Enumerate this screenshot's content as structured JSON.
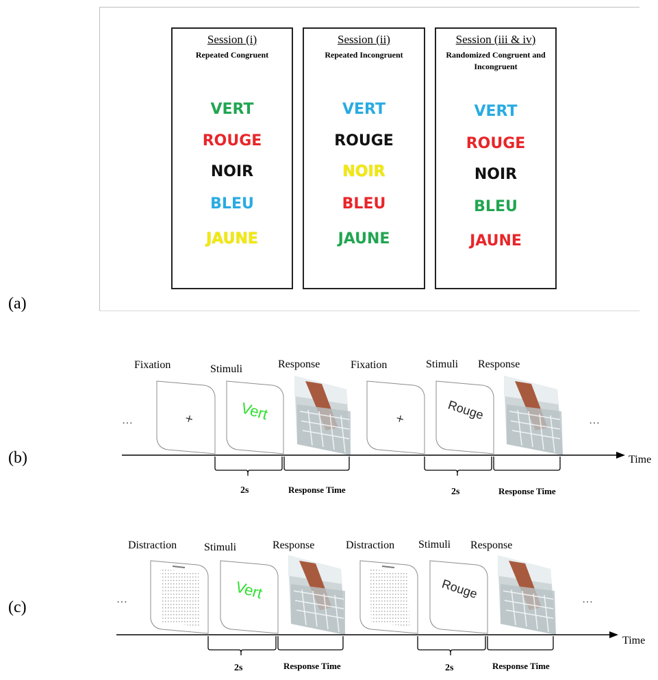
{
  "panel_a": {
    "letter": "(a)",
    "sessions": [
      {
        "title": "Session (i)",
        "subtitle": "Repeated Congruent",
        "words": [
          {
            "text": "VERT",
            "color": "#21a551"
          },
          {
            "text": "ROUGE",
            "color": "#e8262a"
          },
          {
            "text": "NOIR",
            "color": "#111111"
          },
          {
            "text": "BLEU",
            "color": "#29abe2"
          },
          {
            "text": "JAUNE",
            "color": "#f1e90e"
          }
        ]
      },
      {
        "title": "Session (ii)",
        "subtitle": "Repeated Incongruent",
        "words": [
          {
            "text": "VERT",
            "color": "#29abe2"
          },
          {
            "text": "ROUGE",
            "color": "#111111"
          },
          {
            "text": "NOIR",
            "color": "#f1e90e"
          },
          {
            "text": "BLEU",
            "color": "#e8262a"
          },
          {
            "text": "JAUNE",
            "color": "#21a551"
          }
        ]
      },
      {
        "title": "Session (iii & iv)",
        "subtitle": "Randomized Congruent and Incongruent",
        "words": [
          {
            "text": "VERT",
            "color": "#29abe2"
          },
          {
            "text": "ROUGE",
            "color": "#e8262a"
          },
          {
            "text": "NOIR",
            "color": "#111111"
          },
          {
            "text": "BLEU",
            "color": "#21a551"
          },
          {
            "text": "JAUNE",
            "color": "#e8262a"
          }
        ]
      }
    ]
  },
  "panel_b": {
    "letter": "(b)",
    "labels": [
      "Fixation",
      "Stimuli",
      "Response",
      "Fixation",
      "Stimuli",
      "Response"
    ],
    "fixation_symbol": "+",
    "stimulus_words": [
      "Vert",
      "Rouge"
    ],
    "stimulus_colors": [
      "#2ee02e",
      "#222222"
    ],
    "duration": "2s",
    "response_time": "Response Time",
    "axis_label": "Time",
    "ellipsis": "…"
  },
  "panel_c": {
    "letter": "(c)",
    "labels": [
      "Distraction",
      "Stimuli",
      "Response",
      "Distraction",
      "Stimuli",
      "Response"
    ],
    "stimulus_words": [
      "Vert",
      "Rouge"
    ],
    "stimulus_colors": [
      "#2ee02e",
      "#222222"
    ],
    "duration": "2s",
    "response_time": "Response Time",
    "axis_label": "Time",
    "ellipsis": "…"
  },
  "colors": {
    "card_border": "#8c8c8c",
    "axis": "#000000"
  }
}
